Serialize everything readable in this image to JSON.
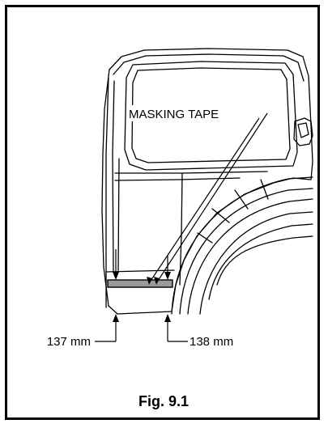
{
  "labels": {
    "masking_tape": "MASKING TAPE",
    "left_dimension": "137 mm",
    "right_dimension": "138 mm"
  },
  "caption": "Fig. 9.1",
  "colors": {
    "line": "#000000",
    "tape": "#9a9a9a",
    "background": "#ffffff"
  }
}
